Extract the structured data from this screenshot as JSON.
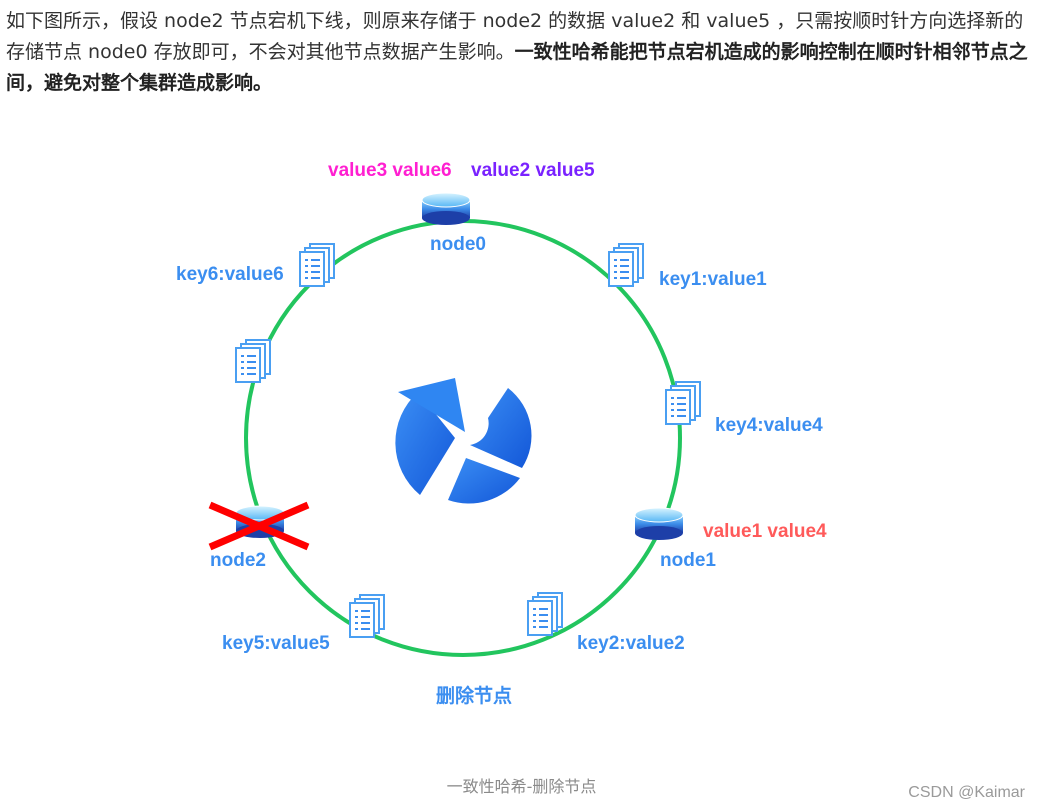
{
  "paragraph": {
    "text_normal": "如下图所示，假设 node2 节点宕机下线，则原来存储于 node2 的数据 value2 和 value5 ，只需按顺时针方向选择新的存储节点 node0 存放即可，不会对其他节点数据产生影响。",
    "text_bold": "一致性哈希能把节点宕机造成的影响控制在顺时针相邻节点之间，避免对整个集群造成影响。"
  },
  "diagram": {
    "node0": {
      "label": "node0",
      "values_pink": "value3 value6",
      "values_purple": "value2 value5"
    },
    "node1": {
      "label": "node1",
      "values": "value1 value4"
    },
    "node2": {
      "label": "node2"
    },
    "keys": {
      "k1": "key1:value1",
      "k2": "key2:value2",
      "k4": "key4:value4",
      "k5": "key5:value5",
      "k6": "key6:value6"
    },
    "bottom_label": "删除节点",
    "colors": {
      "ring": "#22c55e",
      "key": "#3b8ef0",
      "pink": "#ff1fd1",
      "purple": "#7a22ff",
      "red": "#ff5a5a",
      "cross": "#ff0000"
    }
  },
  "caption": "一致性哈希-删除节点",
  "watermark": "CSDN @Kaimar"
}
